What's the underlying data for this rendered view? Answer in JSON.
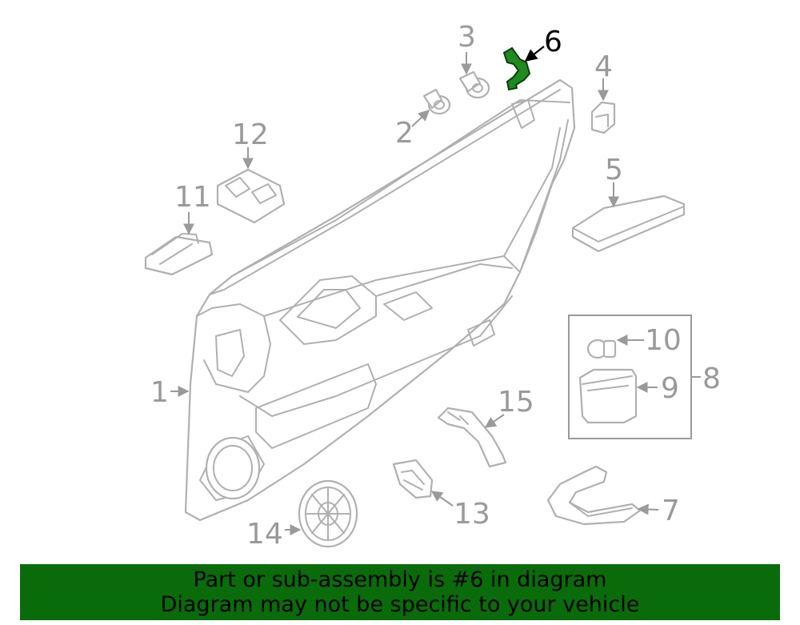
{
  "callouts": {
    "c1": "1",
    "c2": "2",
    "c3": "3",
    "c4": "4",
    "c5": "5",
    "c6": "6",
    "c7": "7",
    "c8": "8",
    "c9": "9",
    "c10": "10",
    "c11": "11",
    "c12": "12",
    "c13": "13",
    "c14": "14",
    "c15": "15"
  },
  "highlight": {
    "part": "6",
    "color": "#1f8a1f"
  },
  "banner": {
    "line1": "Part or sub-assembly is #6 in diagram",
    "line2": "Diagram may not be specific to your vehicle",
    "color": "#0a6b0a"
  }
}
